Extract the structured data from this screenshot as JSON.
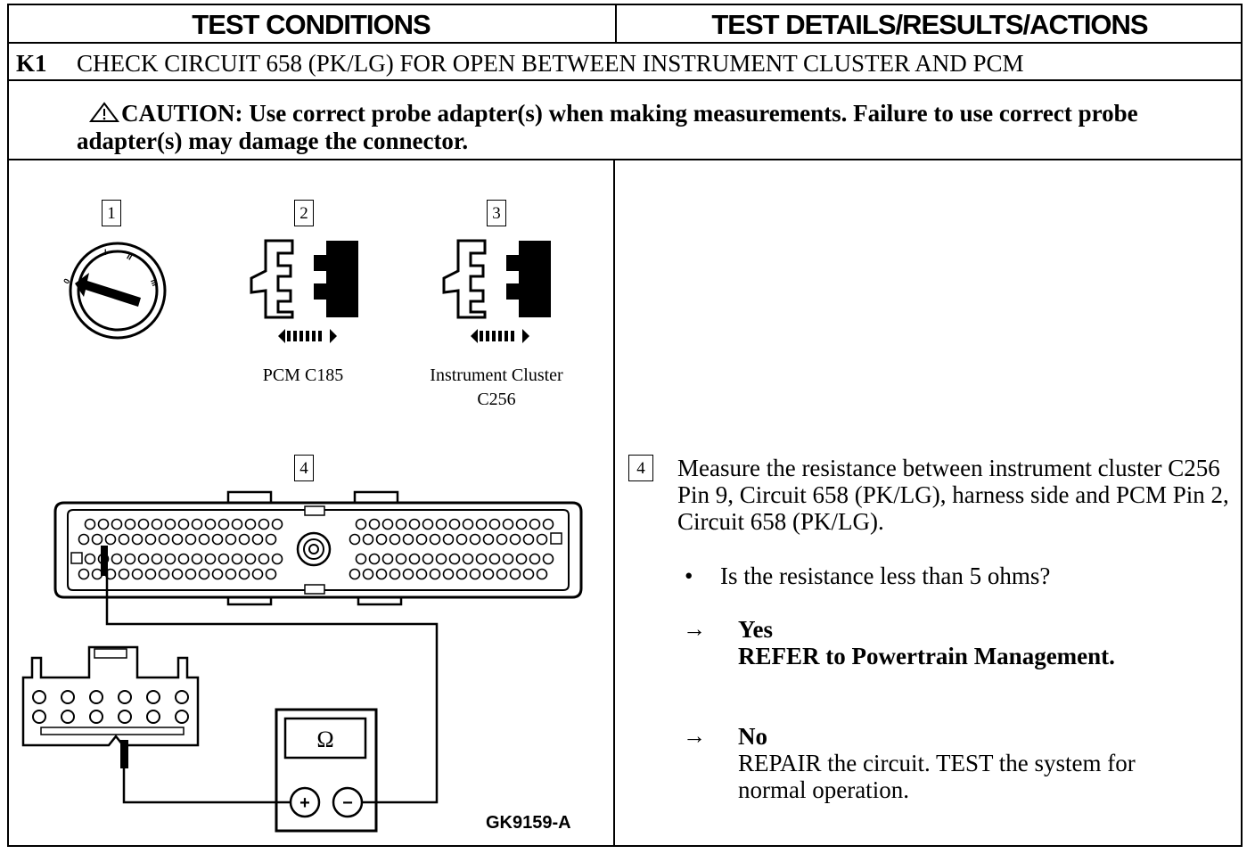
{
  "header": {
    "left": "TEST CONDITIONS",
    "right": "TEST DETAILS/RESULTS/ACTIONS"
  },
  "step": {
    "id": "K1",
    "title": "CHECK CIRCUIT 658 (PK/LG) FOR OPEN BETWEEN INSTRUMENT CLUSTER AND PCM"
  },
  "caution": {
    "icon": "warning-triangle-icon",
    "label": "CAUTION:",
    "text": "Use correct probe adapter(s) when making measurements. Failure to use correct probe adapter(s) may damage the connector."
  },
  "diagram": {
    "steps": [
      "1",
      "2",
      "3",
      "4"
    ],
    "connector_2_caption": "PCM C185",
    "connector_3_caption_line1": "Instrument Cluster",
    "connector_3_caption_line2": "C256",
    "meter_symbol": "Ω",
    "plus_symbol": "+",
    "minus_symbol": "−",
    "ignition_marks": [
      "0",
      "I",
      "II",
      "III"
    ],
    "figure_id": "GK9159-A"
  },
  "details": {
    "step_number": "4",
    "instruction": "Measure the resistance between instrument cluster C256 Pin 9, Circuit 658 (PK/LG), harness side and PCM Pin 2, Circuit 658 (PK/LG).",
    "bullet": "•",
    "question": "Is the resistance less than 5 ohms?",
    "arrow": "→",
    "yes_label": "Yes",
    "yes_action": "REFER to Powertrain Management.",
    "no_label": "No",
    "no_action": "REPAIR the circuit. TEST the system for normal operation."
  }
}
